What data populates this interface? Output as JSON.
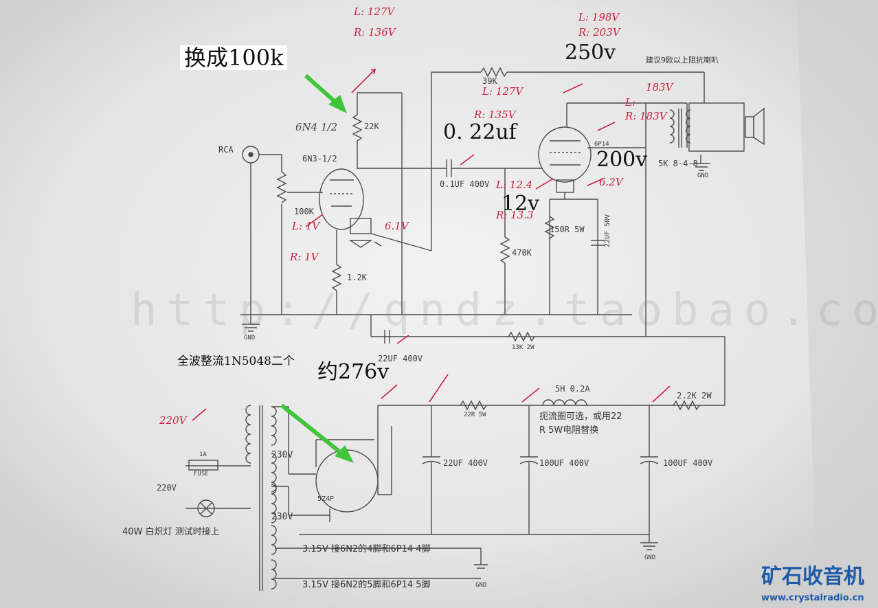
{
  "annotations": {
    "replace_100k": "换成100k",
    "cap_022uf": "0. 22uf",
    "v250": "250v",
    "v200": "200v",
    "v12": "12v",
    "v276": "约276v",
    "full_wave": "全波整流1N5048二个"
  },
  "handwritten": {
    "plate1_L": "L: 127V",
    "plate1_R": "R: 136V",
    "cath1_L": "L: 1V",
    "cath1_R": "R: 1V",
    "heater1": "6.1V",
    "tube1_name": "6N4 1/2",
    "top_L": "L: 198V",
    "top_R": "R: 203V",
    "grid2_L": "L: 127V",
    "grid2_R": "R: 135V",
    "screen": "183V",
    "pl_L": "L:",
    "pl_R": "R: 183V",
    "heater2": "6.2V",
    "cath2_L": "L: 12.4",
    "cath2_R": "R: 13.3",
    "mains": "220V"
  },
  "printed": {
    "rca": "RCA",
    "r22k": "22K",
    "tube1": "6N3-1/2",
    "pot": "100K",
    "r12k": "1.2K",
    "gnd": "GND",
    "cap01": "0.1UF 400V",
    "r39k": "39K",
    "tube2": "6P14",
    "r470k": "470K",
    "r150": "150R 5W",
    "cap22uf_cath": "22UF 50V",
    "spk": "5K 8-4-8",
    "note_top": "建议9欧以上阻抗喇叭",
    "cap22": "22UF 400V",
    "r13k": "13K 2W",
    "r22r": "22R 5W",
    "choke": "5H 0.2A",
    "choke_note1": "扼流圈可选，或用22",
    "choke_note2": "R 5W电阻替换",
    "r22k2w": "2.2K 2W",
    "cap22_psu": "22UF 400V",
    "cap100a": "100UF 400V",
    "cap100b": "100UF 400V",
    "t230a": "230V",
    "t230b": "230V",
    "fuse": "FUSE",
    "fuse_rating": "1A",
    "mains_in": "220V",
    "rect": "5Z4P",
    "lamp": "40W 白炽灯 测试时接上",
    "h1": "3.15V 接6N2的4脚和6P14 4脚",
    "h2": "3.15V 接6N2的5脚和6P14 5脚"
  },
  "watermark": "http://qndz.taobao.com",
  "logo": {
    "name": "矿石收音机",
    "url": "www.crystalradio.cn"
  },
  "colors": {
    "ink": "#3a3a3a",
    "red_ink": "#c8203e",
    "arrow": "#3fc43a",
    "logo": "#1f5aa8"
  }
}
